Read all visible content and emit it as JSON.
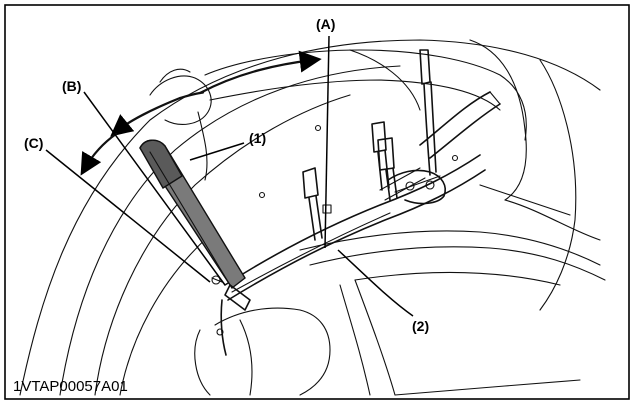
{
  "figure": {
    "labels": {
      "a": "(A)",
      "b": "(B)",
      "c": "(C)",
      "part1": "(1)",
      "part2": "(2)"
    },
    "code": "1VTAP00057A01",
    "colors": {
      "ink": "#111111",
      "grip": "#5a5a5a",
      "background": "#ffffff"
    }
  }
}
